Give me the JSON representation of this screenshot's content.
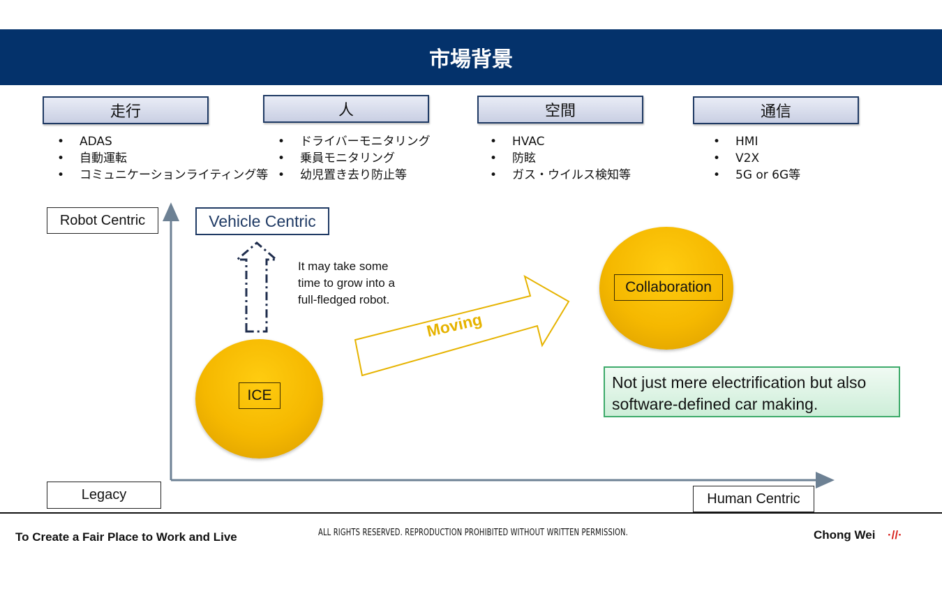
{
  "header": {
    "title": "市場背景"
  },
  "categories": [
    {
      "label": "走行",
      "items": [
        "ADAS",
        "自動運転",
        "コミュニケーションライティング等"
      ]
    },
    {
      "label": "人",
      "items": [
        "ドライバーモニタリング",
        "乗員モニタリング",
        "幼児置き去り防止等"
      ]
    },
    {
      "label": "空間",
      "items": [
        "HVAC",
        "防眩",
        "ガス・ウイルス検知等"
      ]
    },
    {
      "label": "通信",
      "items": [
        "HMI",
        "V2X",
        "5G or 6G等"
      ]
    }
  ],
  "diagram": {
    "y_top_label": "Robot Centric",
    "y_bottom_label": "Legacy",
    "x_right_label": "Human Centric",
    "vehicle_centric": "Vehicle Centric",
    "ice_label": "ICE",
    "collaboration_label": "Collaboration",
    "note_lines": [
      "It may take some",
      "time to grow into a",
      "full-fledged robot."
    ],
    "moving_label": "Moving",
    "green_lines": [
      "Not just mere electrification but also",
      "software-defined car making."
    ]
  },
  "footer": {
    "left": "To Create a Fair Place to Work and Live",
    "center": "ALL RIGHTS RESERVED. REPRODUCTION PROHIBITED WITHOUT WRITTEN PERMISSION.",
    "right": "Chong Wei",
    "logo_mark": "·//·"
  },
  "colors": {
    "header_bg": "#04326b",
    "circle": "#f5b800",
    "moving_arrow": "#e6b300",
    "axis": "#6d8194",
    "green_border": "#3daa6a",
    "logo": "#d8241f"
  }
}
